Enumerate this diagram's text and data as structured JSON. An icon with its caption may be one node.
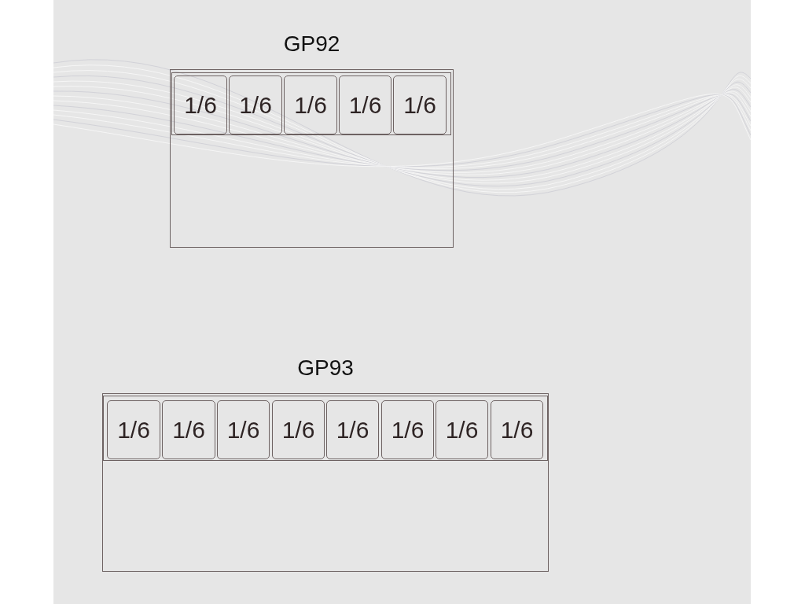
{
  "diagram": {
    "nodes": [
      {
        "text": [
          "GP92"
        ]
      },
      {
        "text": [],
        "shape": "box",
        "in": 0
      },
      {
        "text": [
          "1/6"
        ],
        "in": 1
      },
      {
        "text": [
          "1/6"
        ],
        "in": 1
      },
      {
        "text": [
          "1/6"
        ],
        "in": 1
      },
      {
        "text": [
          "1/6"
        ],
        "in": 1
      },
      {
        "text": [
          "1/6"
        ],
        "in": 1
      },
      {
        "text": [
          "GP93"
        ]
      },
      {
        "text": [],
        "shape": "box",
        "in": 7
      },
      {
        "text": [
          "1/6"
        ],
        "in": 8
      },
      {
        "text": [
          "1/6"
        ],
        "in": 8
      },
      {
        "text": [
          "1/6"
        ],
        "in": 8
      },
      {
        "text": [
          "1/6"
        ],
        "in": 8
      },
      {
        "text": [
          "1/6"
        ],
        "in": 8
      },
      {
        "text": [
          "1/6"
        ],
        "in": 8
      },
      {
        "text": [
          "1/6"
        ],
        "in": 8
      },
      {
        "text": [
          "1/6"
        ],
        "in": 8
      }
    ],
    "edges": []
  }
}
